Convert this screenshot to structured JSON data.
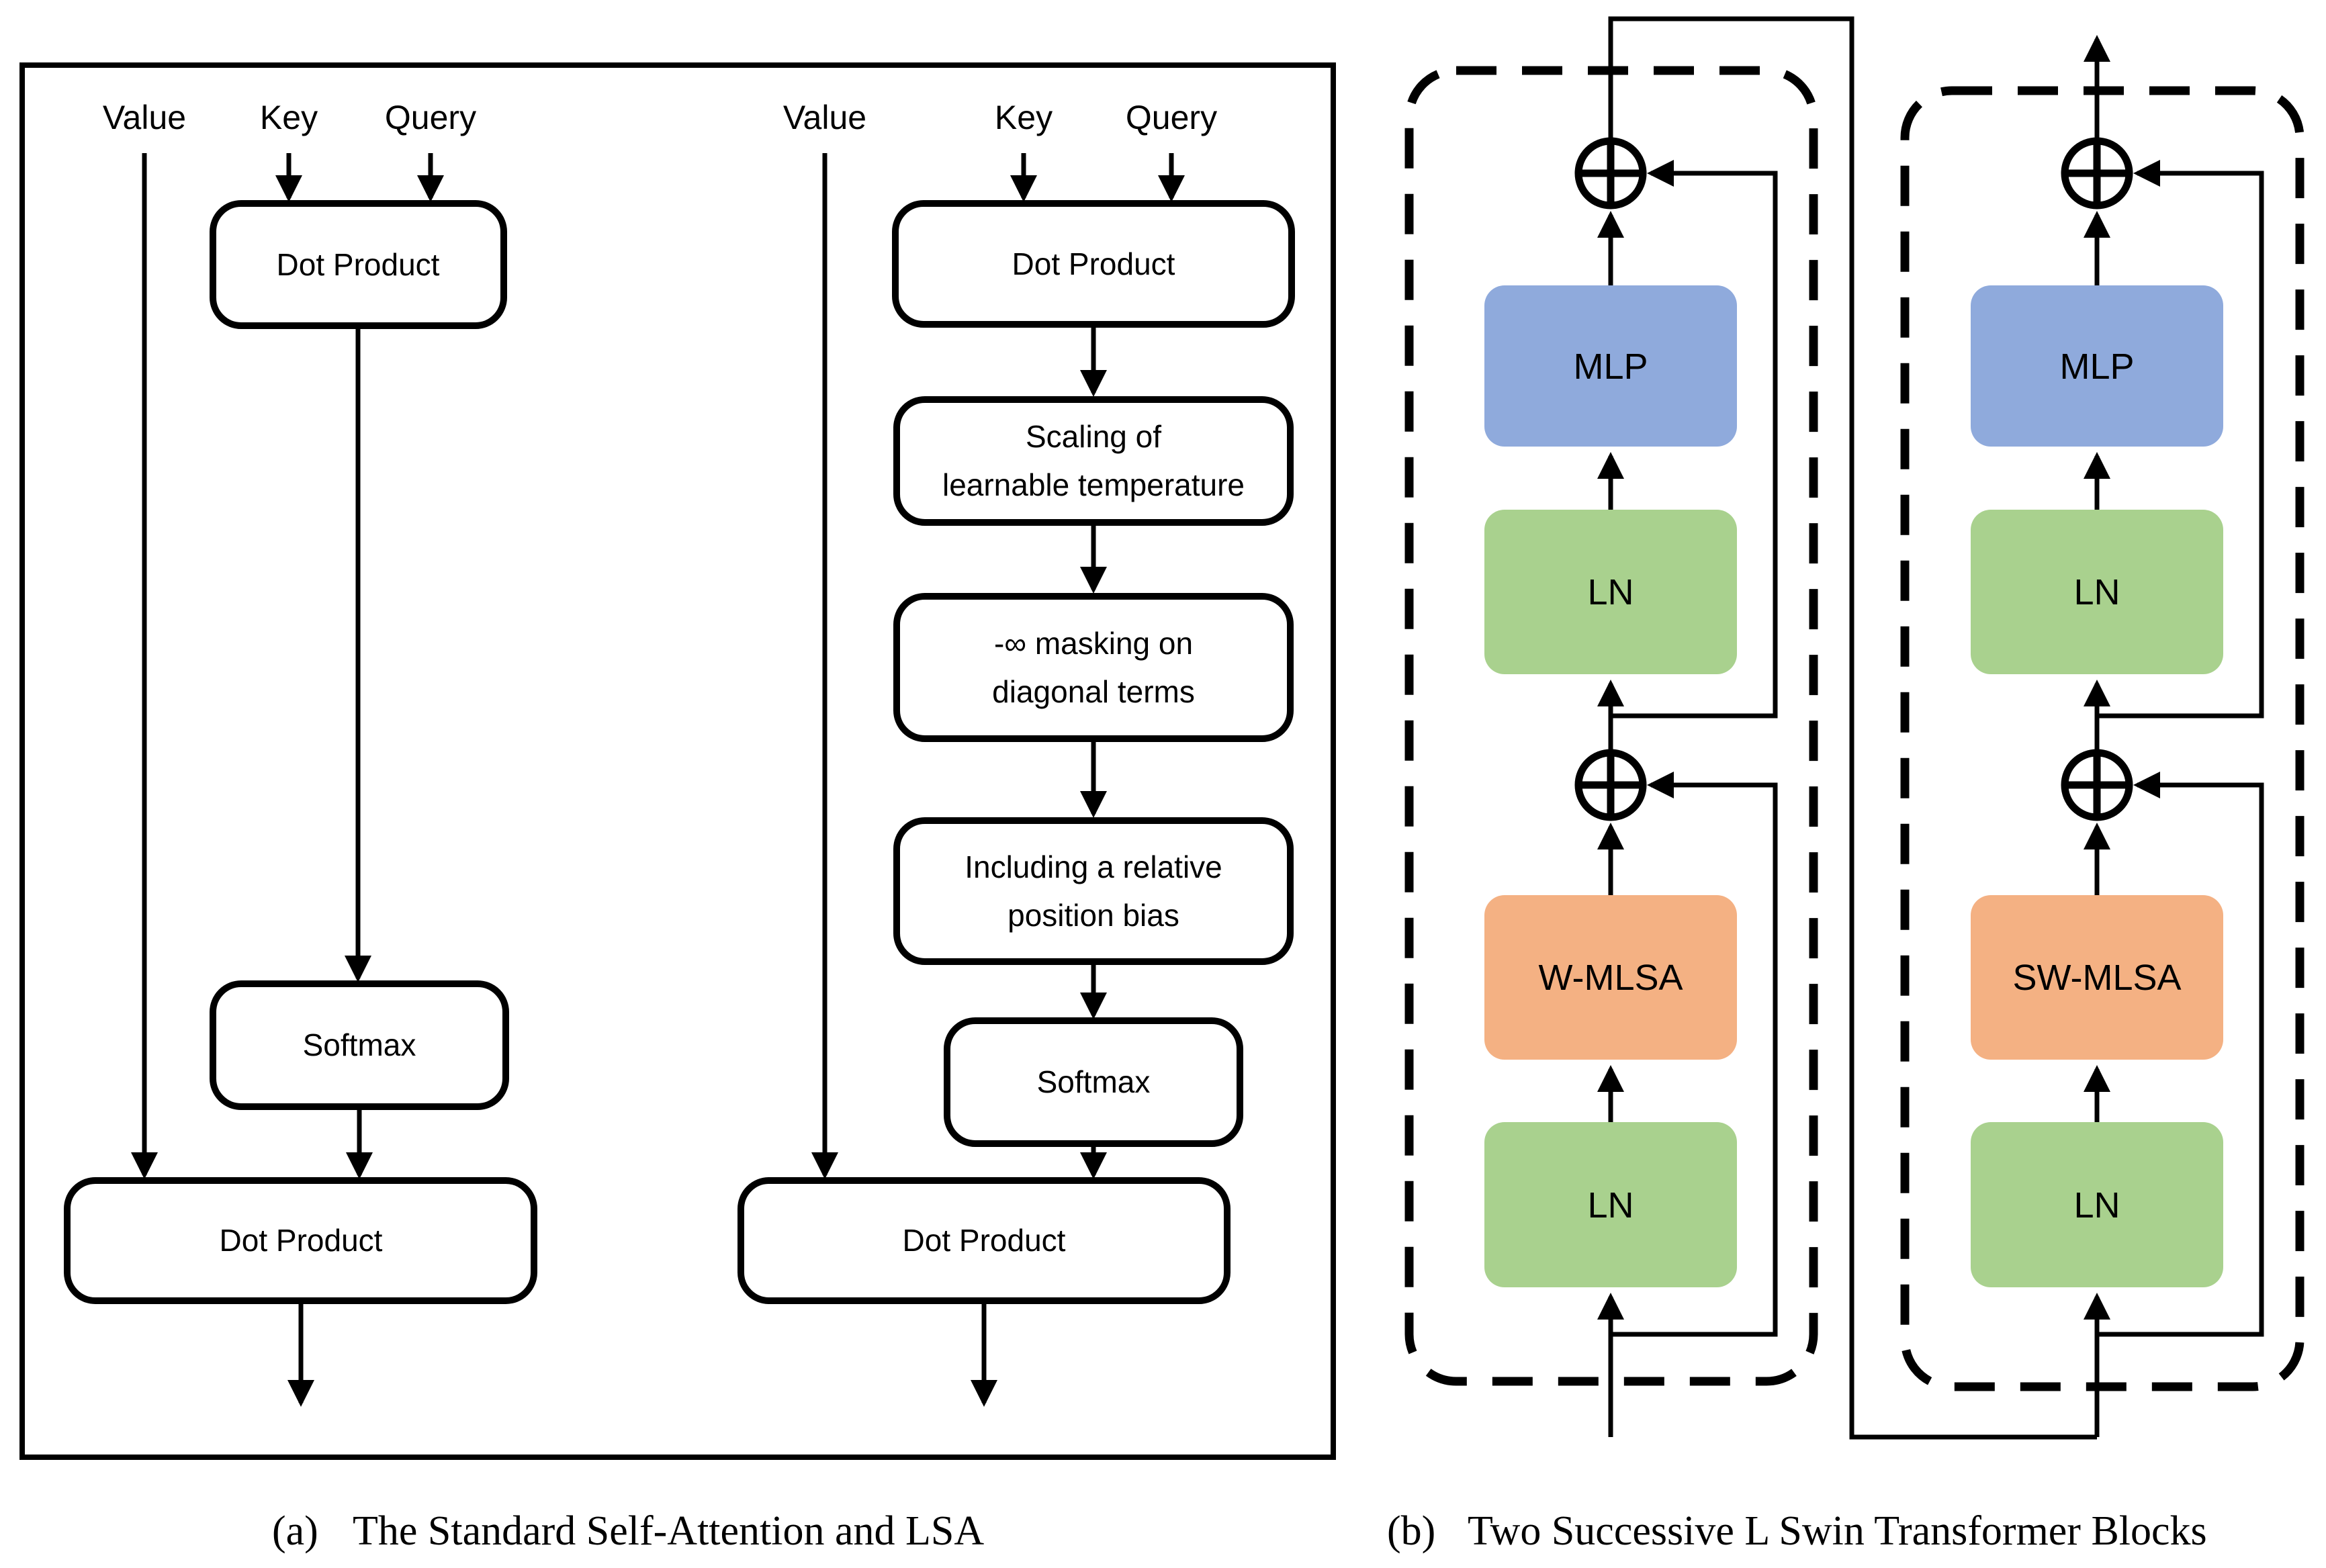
{
  "panel_a": {
    "caption_label": "(a)",
    "caption_text": "The Standard Self-Attention and LSA",
    "sa": {
      "value_label": "Value",
      "key_label": "Key",
      "query_label": "Query",
      "dot_product_top": "Dot Product",
      "softmax": "Softmax",
      "dot_product_bottom": "Dot Product"
    },
    "lsa": {
      "value_label": "Value",
      "key_label": "Key",
      "query_label": "Query",
      "dot_product_top": "Dot Product",
      "scaling_line1": "Scaling of",
      "scaling_line2": "learnable temperature",
      "masking_line1": "-∞ masking on",
      "masking_line2": "diagonal terms",
      "bias_line1": "Including a relative",
      "bias_line2": "position bias",
      "softmax": "Softmax",
      "dot_product_bottom": "Dot Product"
    }
  },
  "panel_b": {
    "caption_label": "(b)",
    "caption_text": "Two Successive L Swin Transformer Blocks",
    "block1": {
      "mlp": "MLP",
      "ln_top": "LN",
      "attention": "W-MLSA",
      "ln_bottom": "LN",
      "add_icon": "circle-plus"
    },
    "block2": {
      "mlp": "MLP",
      "ln_top": "LN",
      "attention": "SW-MLSA",
      "ln_bottom": "LN",
      "add_icon": "circle-plus"
    }
  },
  "colors": {
    "mlp_blue": "#8faadc",
    "ln_green": "#a9d18e",
    "attn_orange": "#f4b183",
    "line_black": "#000000",
    "background": "#ffffff"
  }
}
